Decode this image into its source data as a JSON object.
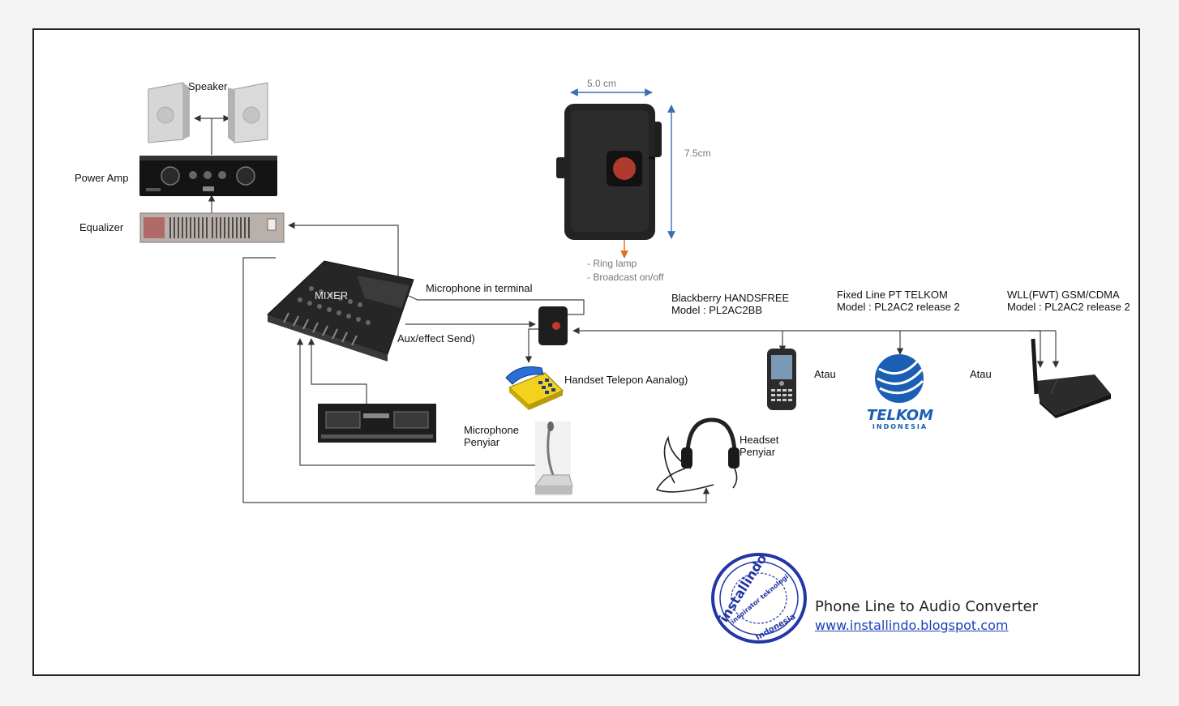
{
  "labels": {
    "speaker": "Speaker",
    "power_amp": "Power Amp",
    "equalizer": "Equalizer",
    "mixer": "MIXER",
    "mic_terminal": "Microphone in terminal",
    "aux_send": "Aux/effect Send)",
    "handset": "Handset Telepon Aanalog)",
    "mic_penyiar_1": "Microphone",
    "mic_penyiar_2": "Penyiar",
    "headset_1": "Headset",
    "headset_2": "Penyiar",
    "dim_width": "5.0 cm",
    "dim_height": "7.5cm",
    "ring_lamp": "- Ring lamp",
    "broadcast": "- Broadcast on/off",
    "bb_1": "Blackberry HANDSFREE",
    "bb_2": "Model : PL2AC2BB",
    "fixed_1": "Fixed Line PT TELKOM",
    "fixed_2": "Model : PL2AC2 release 2",
    "wll_1": "WLL(FWT)  GSM/CDMA",
    "wll_2": "Model : PL2AC2 release 2",
    "atau_1": "Atau",
    "atau_2": "Atau"
  },
  "telkom_logo": {
    "name": "TELKOM",
    "sub": "INDONESIA"
  },
  "stamp": {
    "top": "installindo",
    "middle": "inspirator teknologi",
    "bottom": "Indonesia"
  },
  "footer": {
    "title": "Phone Line to Audio Converter",
    "url": "www.installindo.blogspot.com"
  },
  "colors": {
    "wire": "#444444",
    "dimension": "#3a6fb5",
    "ring_lead": "#e07020",
    "telkom_blue": "#1a5fb4",
    "stamp_blue": "#2336a6",
    "link": "#1a3fb8"
  }
}
